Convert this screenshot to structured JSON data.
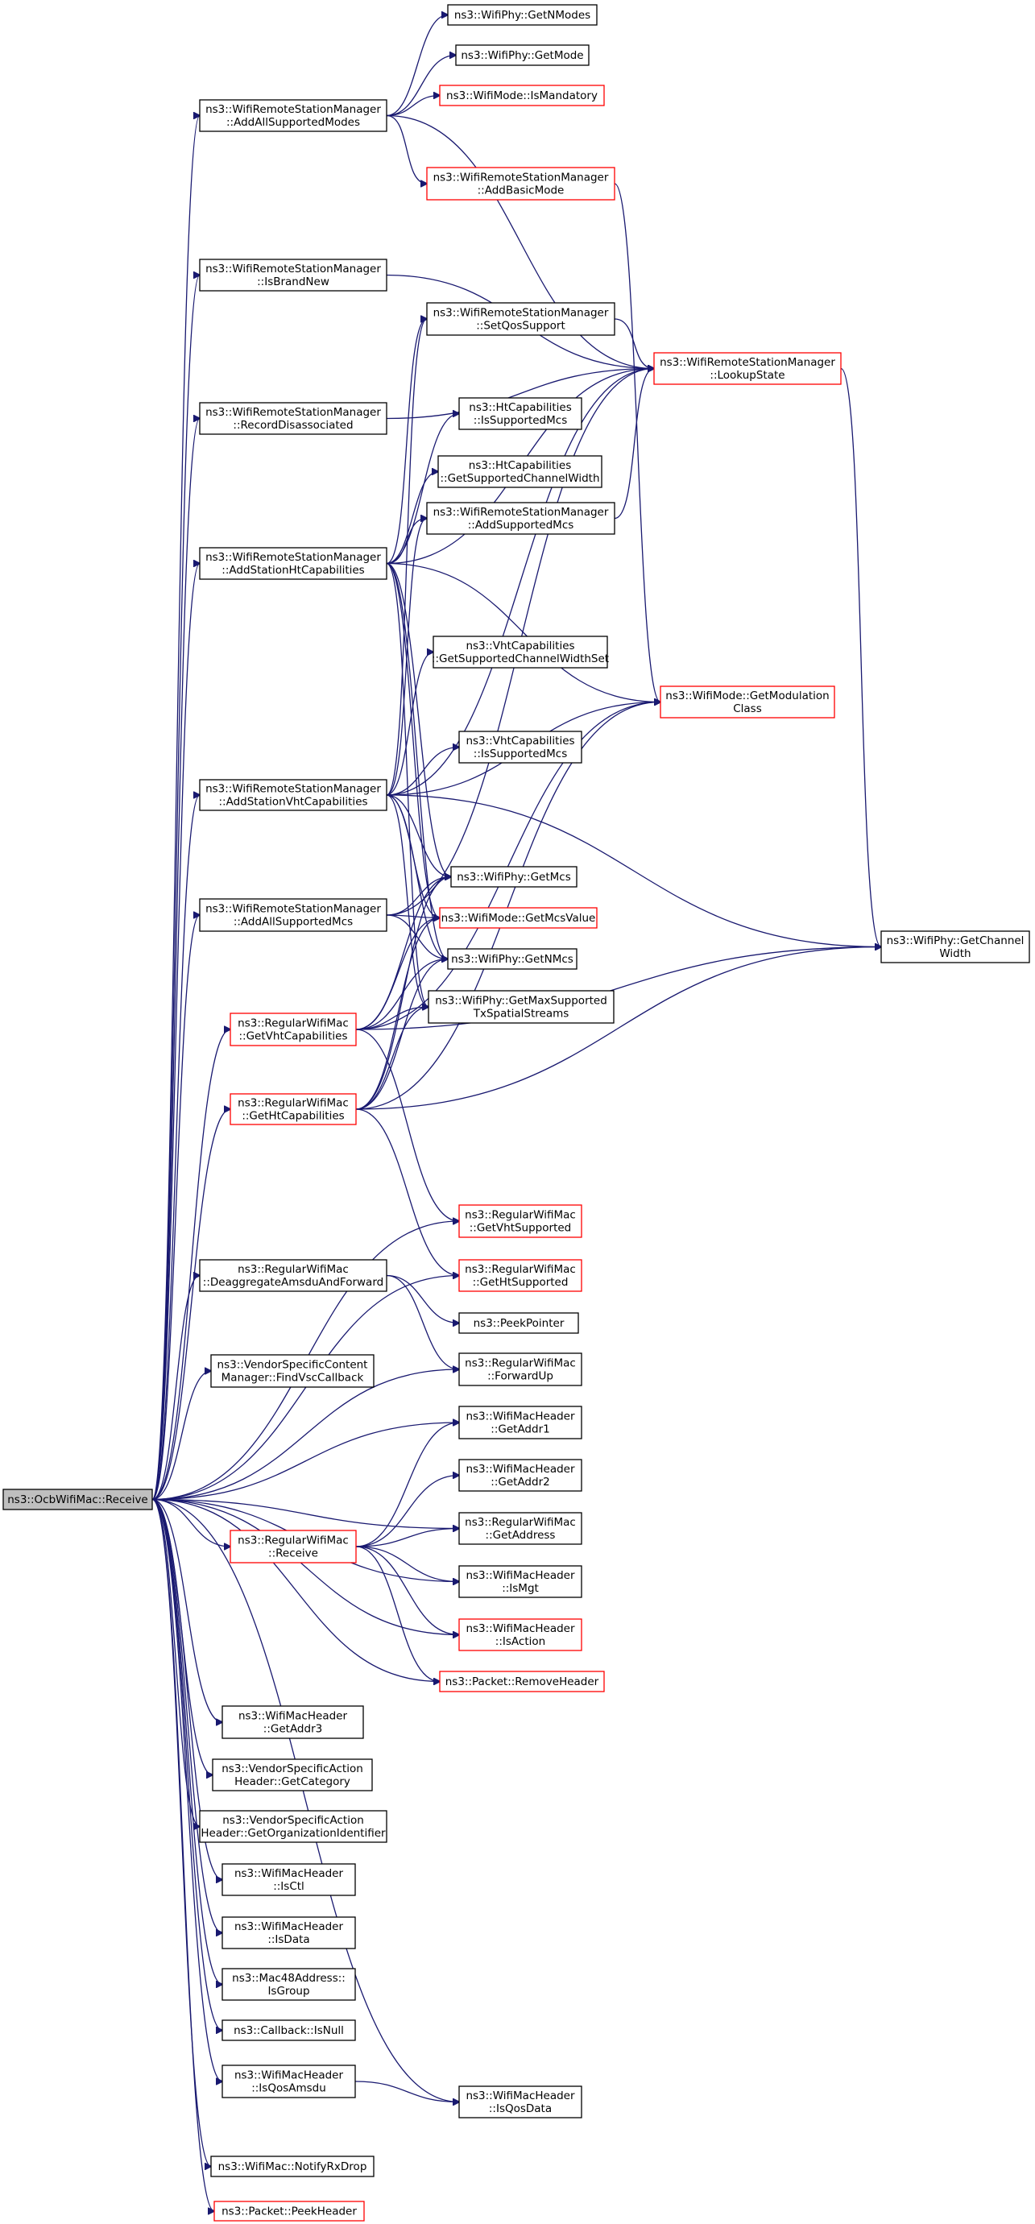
{
  "graph": {
    "root": "n0",
    "nodes": [
      {
        "id": "n0",
        "lines": [
          "ns3::OcbWifiMac::Receive"
        ],
        "border": "root"
      },
      {
        "id": "n1",
        "lines": [
          "ns3::WifiRemoteStationManager",
          "::AddAllSupportedModes"
        ],
        "border": "black"
      },
      {
        "id": "n2",
        "lines": [
          "ns3::WifiRemoteStationManager",
          "::IsBrandNew"
        ],
        "border": "black"
      },
      {
        "id": "n3",
        "lines": [
          "ns3::WifiRemoteStationManager",
          "::RecordDisassociated"
        ],
        "border": "black"
      },
      {
        "id": "n4",
        "lines": [
          "ns3::WifiRemoteStationManager",
          "::AddStationHtCapabilities"
        ],
        "border": "black"
      },
      {
        "id": "n5",
        "lines": [
          "ns3::WifiRemoteStationManager",
          "::AddStationVhtCapabilities"
        ],
        "border": "black"
      },
      {
        "id": "n6",
        "lines": [
          "ns3::WifiRemoteStationManager",
          "::AddAllSupportedMcs"
        ],
        "border": "black"
      },
      {
        "id": "n7",
        "lines": [
          "ns3::RegularWifiMac",
          "::GetVhtCapabilities"
        ],
        "border": "red"
      },
      {
        "id": "n8",
        "lines": [
          "ns3::RegularWifiMac",
          "::GetHtCapabilities"
        ],
        "border": "red"
      },
      {
        "id": "n9",
        "lines": [
          "ns3::RegularWifiMac",
          "::DeaggregateAmsduAndForward"
        ],
        "border": "black"
      },
      {
        "id": "n10",
        "lines": [
          "ns3::VendorSpecificContent",
          "Manager::FindVscCallback"
        ],
        "border": "black"
      },
      {
        "id": "n11",
        "lines": [
          "ns3::RegularWifiMac",
          "::Receive"
        ],
        "border": "red"
      },
      {
        "id": "n12",
        "lines": [
          "ns3::WifiMacHeader",
          "::GetAddr3"
        ],
        "border": "black"
      },
      {
        "id": "n13",
        "lines": [
          "ns3::VendorSpecificAction",
          "Header::GetCategory"
        ],
        "border": "black"
      },
      {
        "id": "n14",
        "lines": [
          "ns3::VendorSpecificAction",
          "Header::GetOrganizationIdentifier"
        ],
        "border": "black"
      },
      {
        "id": "n15",
        "lines": [
          "ns3::WifiMacHeader",
          "::IsCtl"
        ],
        "border": "black"
      },
      {
        "id": "n16",
        "lines": [
          "ns3::WifiMacHeader",
          "::IsData"
        ],
        "border": "black"
      },
      {
        "id": "n17",
        "lines": [
          "ns3::Mac48Address::",
          "IsGroup"
        ],
        "border": "black"
      },
      {
        "id": "n18",
        "lines": [
          "ns3::Callback::IsNull"
        ],
        "border": "black"
      },
      {
        "id": "n19",
        "lines": [
          "ns3::WifiMacHeader",
          "::IsQosAmsdu"
        ],
        "border": "black"
      },
      {
        "id": "n20",
        "lines": [
          "ns3::WifiMac::NotifyRxDrop"
        ],
        "border": "black"
      },
      {
        "id": "n21",
        "lines": [
          "ns3::Packet::PeekHeader"
        ],
        "border": "red"
      },
      {
        "id": "n22",
        "lines": [
          "ns3::WifiPhy::GetNModes"
        ],
        "border": "black"
      },
      {
        "id": "n23",
        "lines": [
          "ns3::WifiPhy::GetMode"
        ],
        "border": "black"
      },
      {
        "id": "n24",
        "lines": [
          "ns3::WifiMode::IsMandatory"
        ],
        "border": "red"
      },
      {
        "id": "n25",
        "lines": [
          "ns3::WifiRemoteStationManager",
          "::AddBasicMode"
        ],
        "border": "red"
      },
      {
        "id": "n26",
        "lines": [
          "ns3::WifiRemoteStationManager",
          "::SetQosSupport"
        ],
        "border": "black"
      },
      {
        "id": "n27",
        "lines": [
          "ns3::HtCapabilities",
          "::IsSupportedMcs"
        ],
        "border": "black"
      },
      {
        "id": "n28",
        "lines": [
          "ns3::HtCapabilities",
          "::GetSupportedChannelWidth"
        ],
        "border": "black"
      },
      {
        "id": "n29",
        "lines": [
          "ns3::WifiRemoteStationManager",
          "::AddSupportedMcs"
        ],
        "border": "black"
      },
      {
        "id": "n30",
        "lines": [
          "ns3::VhtCapabilities",
          "::GetSupportedChannelWidthSet"
        ],
        "border": "black"
      },
      {
        "id": "n31",
        "lines": [
          "ns3::VhtCapabilities",
          "::IsSupportedMcs"
        ],
        "border": "black"
      },
      {
        "id": "n32",
        "lines": [
          "ns3::WifiPhy::GetMcs"
        ],
        "border": "black"
      },
      {
        "id": "n33",
        "lines": [
          "ns3::WifiMode::GetMcsValue"
        ],
        "border": "red"
      },
      {
        "id": "n34",
        "lines": [
          "ns3::WifiPhy::GetNMcs"
        ],
        "border": "black"
      },
      {
        "id": "n35",
        "lines": [
          "ns3::WifiPhy::GetMaxSupported",
          "TxSpatialStreams"
        ],
        "border": "black"
      },
      {
        "id": "n36",
        "lines": [
          "ns3::RegularWifiMac",
          "::GetVhtSupported"
        ],
        "border": "red"
      },
      {
        "id": "n37",
        "lines": [
          "ns3::RegularWifiMac",
          "::GetHtSupported"
        ],
        "border": "red"
      },
      {
        "id": "n38",
        "lines": [
          "ns3::PeekPointer"
        ],
        "border": "black"
      },
      {
        "id": "n39",
        "lines": [
          "ns3::RegularWifiMac",
          "::ForwardUp"
        ],
        "border": "black"
      },
      {
        "id": "n40",
        "lines": [
          "ns3::WifiMacHeader",
          "::GetAddr1"
        ],
        "border": "black"
      },
      {
        "id": "n41",
        "lines": [
          "ns3::WifiMacHeader",
          "::GetAddr2"
        ],
        "border": "black"
      },
      {
        "id": "n42",
        "lines": [
          "ns3::RegularWifiMac",
          "::GetAddress"
        ],
        "border": "black"
      },
      {
        "id": "n43",
        "lines": [
          "ns3::WifiMacHeader",
          "::IsMgt"
        ],
        "border": "black"
      },
      {
        "id": "n44",
        "lines": [
          "ns3::WifiMacHeader",
          "::IsAction"
        ],
        "border": "red"
      },
      {
        "id": "n45",
        "lines": [
          "ns3::Packet::RemoveHeader"
        ],
        "border": "red"
      },
      {
        "id": "n46",
        "lines": [
          "ns3::WifiMacHeader",
          "::IsQosData"
        ],
        "border": "black"
      },
      {
        "id": "n47",
        "lines": [
          "ns3::WifiRemoteStationManager",
          "::LookupState"
        ],
        "border": "red"
      },
      {
        "id": "n48",
        "lines": [
          "ns3::WifiMode::GetModulation",
          "Class"
        ],
        "border": "red"
      },
      {
        "id": "n49",
        "lines": [
          "ns3::WifiPhy::GetChannel",
          "Width"
        ],
        "border": "black"
      }
    ],
    "edges": [
      [
        "n0",
        "n1"
      ],
      [
        "n0",
        "n2"
      ],
      [
        "n0",
        "n3"
      ],
      [
        "n0",
        "n4"
      ],
      [
        "n0",
        "n5"
      ],
      [
        "n0",
        "n6"
      ],
      [
        "n0",
        "n7"
      ],
      [
        "n0",
        "n8"
      ],
      [
        "n0",
        "n9"
      ],
      [
        "n0",
        "n10"
      ],
      [
        "n0",
        "n11"
      ],
      [
        "n0",
        "n12"
      ],
      [
        "n0",
        "n13"
      ],
      [
        "n0",
        "n14"
      ],
      [
        "n0",
        "n15"
      ],
      [
        "n0",
        "n16"
      ],
      [
        "n0",
        "n17"
      ],
      [
        "n0",
        "n18"
      ],
      [
        "n0",
        "n19"
      ],
      [
        "n0",
        "n20"
      ],
      [
        "n0",
        "n21"
      ],
      [
        "n0",
        "n36"
      ],
      [
        "n0",
        "n37"
      ],
      [
        "n0",
        "n39"
      ],
      [
        "n0",
        "n40"
      ],
      [
        "n0",
        "n42"
      ],
      [
        "n0",
        "n43"
      ],
      [
        "n0",
        "n44"
      ],
      [
        "n0",
        "n45"
      ],
      [
        "n0",
        "n46"
      ],
      [
        "n1",
        "n22"
      ],
      [
        "n1",
        "n23"
      ],
      [
        "n1",
        "n24"
      ],
      [
        "n1",
        "n25"
      ],
      [
        "n1",
        "n47"
      ],
      [
        "n2",
        "n47"
      ],
      [
        "n3",
        "n47"
      ],
      [
        "n25",
        "n48"
      ],
      [
        "n26",
        "n47"
      ],
      [
        "n29",
        "n47"
      ],
      [
        "n47",
        "n49"
      ],
      [
        "n4",
        "n26"
      ],
      [
        "n4",
        "n27"
      ],
      [
        "n4",
        "n28"
      ],
      [
        "n4",
        "n29"
      ],
      [
        "n4",
        "n47"
      ],
      [
        "n4",
        "n48"
      ],
      [
        "n4",
        "n32"
      ],
      [
        "n4",
        "n33"
      ],
      [
        "n4",
        "n34"
      ],
      [
        "n4",
        "n35"
      ],
      [
        "n5",
        "n26"
      ],
      [
        "n5",
        "n29"
      ],
      [
        "n5",
        "n30"
      ],
      [
        "n5",
        "n31"
      ],
      [
        "n5",
        "n47"
      ],
      [
        "n5",
        "n48"
      ],
      [
        "n5",
        "n32"
      ],
      [
        "n5",
        "n33"
      ],
      [
        "n5",
        "n34"
      ],
      [
        "n5",
        "n35"
      ],
      [
        "n5",
        "n49"
      ],
      [
        "n6",
        "n47"
      ],
      [
        "n6",
        "n32"
      ],
      [
        "n6",
        "n33"
      ],
      [
        "n6",
        "n34"
      ],
      [
        "n7",
        "n32"
      ],
      [
        "n7",
        "n33"
      ],
      [
        "n7",
        "n34"
      ],
      [
        "n7",
        "n35"
      ],
      [
        "n7",
        "n48"
      ],
      [
        "n7",
        "n49"
      ],
      [
        "n7",
        "n36"
      ],
      [
        "n8",
        "n32"
      ],
      [
        "n8",
        "n33"
      ],
      [
        "n8",
        "n34"
      ],
      [
        "n8",
        "n35"
      ],
      [
        "n8",
        "n48"
      ],
      [
        "n8",
        "n49"
      ],
      [
        "n8",
        "n37"
      ],
      [
        "n9",
        "n38"
      ],
      [
        "n9",
        "n39"
      ],
      [
        "n11",
        "n40"
      ],
      [
        "n11",
        "n41"
      ],
      [
        "n11",
        "n42"
      ],
      [
        "n11",
        "n43"
      ],
      [
        "n11",
        "n44"
      ],
      [
        "n11",
        "n45"
      ],
      [
        "n19",
        "n46"
      ]
    ]
  }
}
